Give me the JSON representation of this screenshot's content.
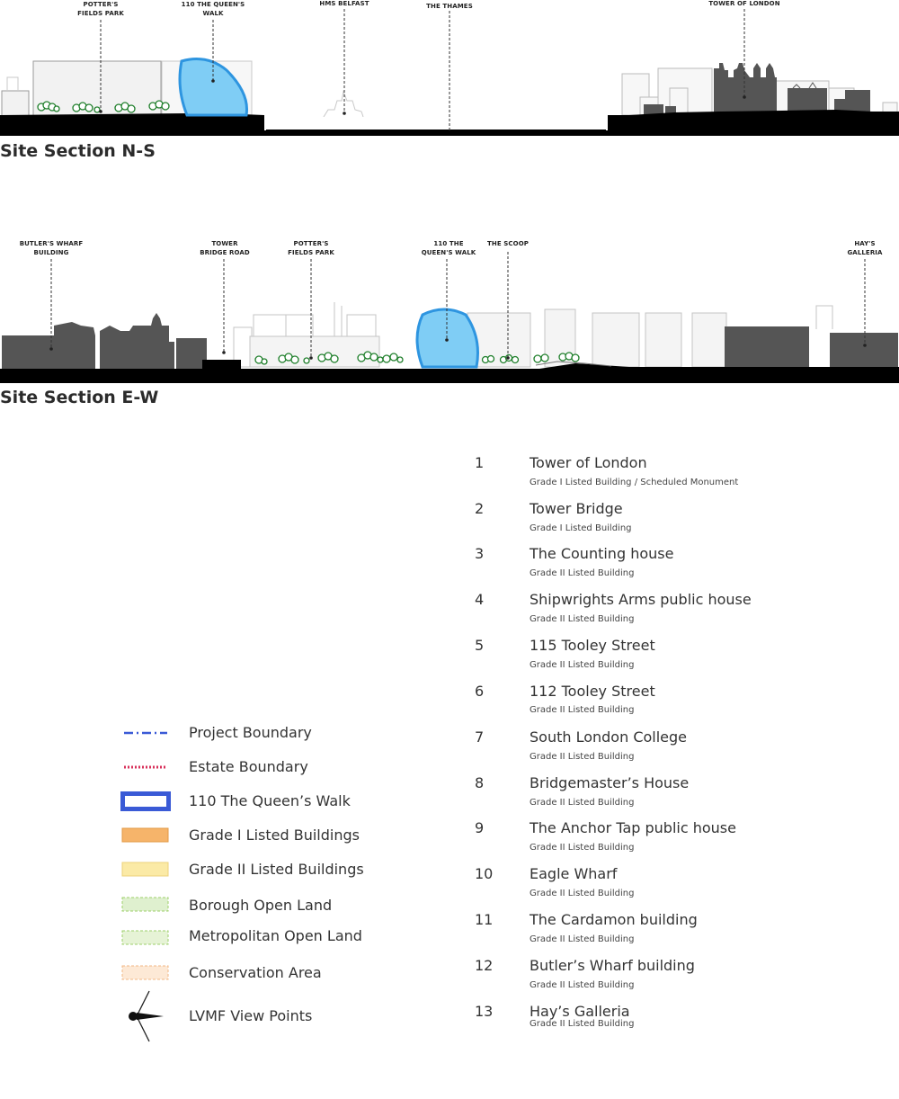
{
  "section_ns": {
    "title": "Site Section N-S",
    "callouts": [
      "POTTER'S\nFIELDS PARK",
      "110 THE QUEEN'S\nWALK",
      "HMS BELFAST",
      "THE THAMES",
      "TOWER OF LONDON"
    ]
  },
  "section_ew": {
    "title": "Site Section E-W",
    "callouts": [
      "BUTLER'S WHARF\nBUILDING",
      "TOWER\nBRIDGE ROAD",
      "POTTER'S\nFIELDS PARK",
      "110 THE\nQUEEN'S WALK",
      "THE SCOOP",
      "HAY'S\nGALLERIA"
    ]
  },
  "legend": {
    "items": [
      {
        "label": "Project Boundary",
        "symbol": "dash-dot-line",
        "color": "#3a5ad6"
      },
      {
        "label": "Estate Boundary",
        "symbol": "dotted-line",
        "color": "#d8315b"
      },
      {
        "label": "110 The Queen’s Walk",
        "symbol": "outline-box",
        "color": "#3a5ad6"
      },
      {
        "label": "Grade I Listed Buildings",
        "symbol": "fill-box",
        "color": "#f6b46a"
      },
      {
        "label": "Grade II Listed Buildings",
        "symbol": "fill-box",
        "color": "#fbeaa6"
      },
      {
        "label": "Borough Open Land",
        "symbol": "dashed-box",
        "color": "#dff0cf"
      },
      {
        "label": "Metropolitan Open Land",
        "symbol": "dashed-box",
        "color": "#e6f3d6"
      },
      {
        "label": "Conservation Area",
        "symbol": "dashed-box",
        "color": "#fde9d6"
      },
      {
        "label": "LVMF View Points",
        "symbol": "viewpoint-icon",
        "color": "#222222"
      }
    ]
  },
  "listed": [
    {
      "num": "1",
      "name": "Tower of London",
      "grade": "Grade I Listed Building / Scheduled Monument"
    },
    {
      "num": "2",
      "name": "Tower Bridge",
      "grade": "Grade I Listed Building"
    },
    {
      "num": "3",
      "name": "The Counting house",
      "grade": "Grade II Listed Building"
    },
    {
      "num": "4",
      "name": "Shipwrights Arms public house",
      "grade": "Grade II Listed Building"
    },
    {
      "num": "5",
      "name": "115 Tooley Street",
      "grade": "Grade II Listed Building"
    },
    {
      "num": "6",
      "name": "112 Tooley Street",
      "grade": "Grade II Listed Building"
    },
    {
      "num": "7",
      "name": "South London College",
      "grade": "Grade II Listed Building"
    },
    {
      "num": "8",
      "name": "Bridgemaster’s House",
      "grade": "Grade II Listed Building"
    },
    {
      "num": "9",
      "name": "The Anchor Tap public house",
      "grade": "Grade II Listed Building"
    },
    {
      "num": "10",
      "name": "Eagle Wharf",
      "grade": "Grade II Listed Building"
    },
    {
      "num": "11",
      "name": "The Cardamon building",
      "grade": "Grade II Listed Building"
    },
    {
      "num": "12",
      "name": "Butler’s Wharf building",
      "grade": "Grade II Listed Building"
    },
    {
      "num": "13",
      "name": "Hay’s Galleria",
      "grade": "Grade II Listed Building"
    }
  ]
}
